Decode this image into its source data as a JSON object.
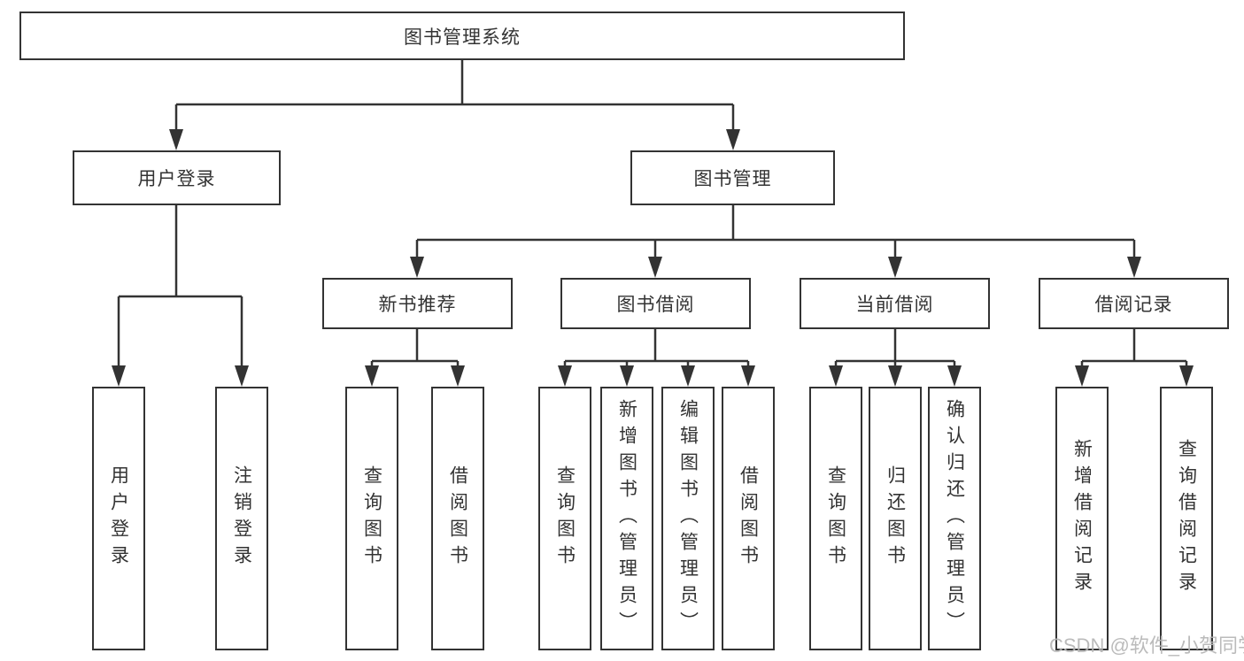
{
  "diagram": {
    "type": "hierarchy-tree",
    "tree": {
      "root": {
        "label": "图书管理系统",
        "children": [
          {
            "label": "用户登录",
            "children": [
              {
                "label": "用户登录"
              },
              {
                "label": "注销登录"
              }
            ]
          },
          {
            "label": "图书管理",
            "children": [
              {
                "label": "新书推荐",
                "children": [
                  {
                    "label": "查询图书"
                  },
                  {
                    "label": "借阅图书"
                  }
                ]
              },
              {
                "label": "图书借阅",
                "children": [
                  {
                    "label": "查询图书"
                  },
                  {
                    "label": "新增图书（管理员）"
                  },
                  {
                    "label": "编辑图书（管理员）"
                  },
                  {
                    "label": "借阅图书"
                  }
                ]
              },
              {
                "label": "当前借阅",
                "children": [
                  {
                    "label": "查询图书"
                  },
                  {
                    "label": "归还图书"
                  },
                  {
                    "label": "确认归还（管理员）"
                  }
                ]
              },
              {
                "label": "借阅记录",
                "children": [
                  {
                    "label": "新增借阅记录"
                  },
                  {
                    "label": "查询借阅记录"
                  }
                ]
              }
            ]
          }
        ]
      }
    },
    "colors": {
      "line": "#333333",
      "box_border": "#333333",
      "box_fill": "#ffffff",
      "text": "#333333",
      "background": "#ffffff",
      "watermark": "#b6b6b6"
    }
  },
  "watermark": {
    "text": "CSDN @软件_小贺同学"
  }
}
